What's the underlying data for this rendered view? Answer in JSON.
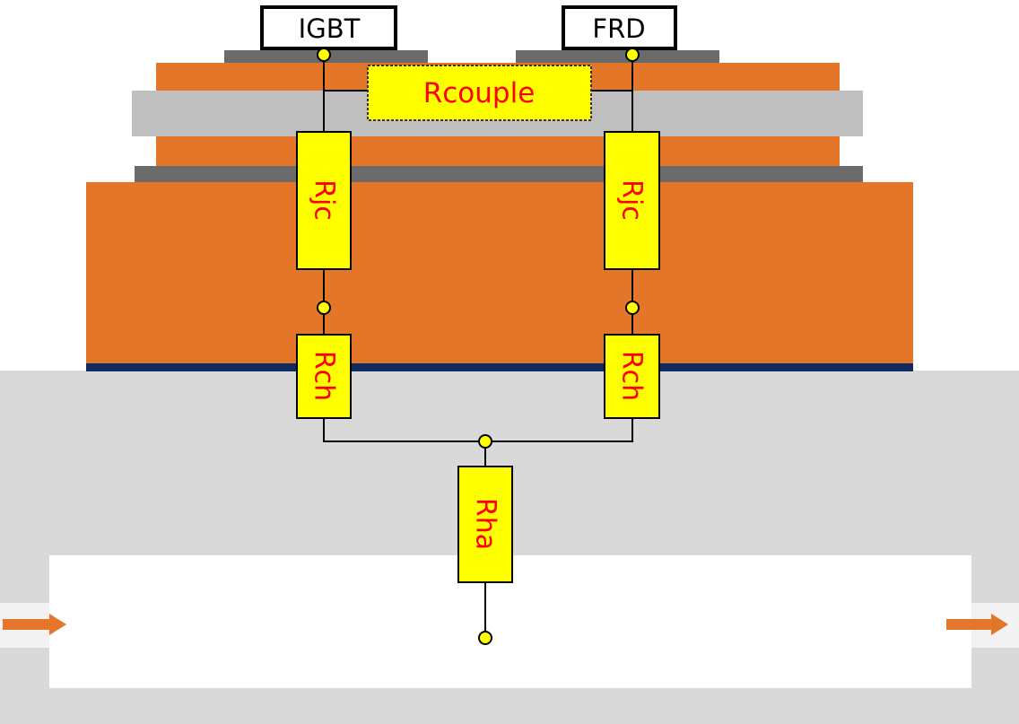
{
  "labels": {
    "igbt": "IGBT",
    "frd": "FRD",
    "rcouple": "Rcouple",
    "rjc_left": "Rjc",
    "rjc_right": "Rjc",
    "rch_left": "Rch",
    "rch_right": "Rch",
    "rha": "Rha"
  },
  "colors": {
    "copper": "#E47629",
    "ceramic": "#BFBFBF",
    "solder": "#6B6B6B",
    "baseplate_bottom": "#0E2A5E",
    "heatsink": "#D9D9D9",
    "resistor_fill": "#FFFF00",
    "resistor_text": "#FF0000",
    "flow_arrow": "#E47629"
  }
}
